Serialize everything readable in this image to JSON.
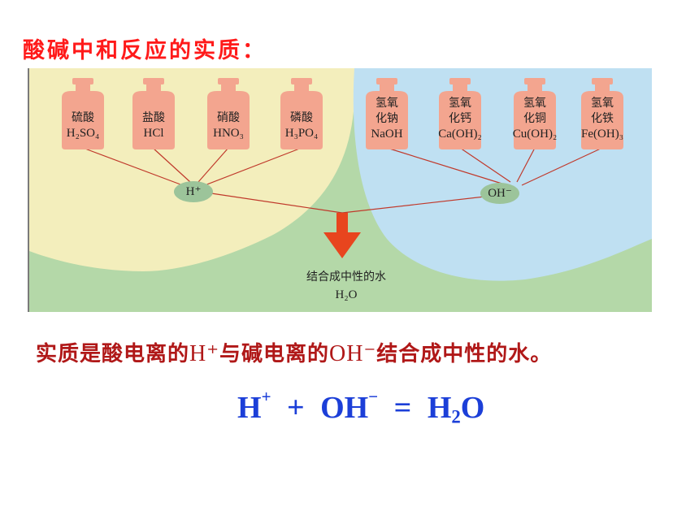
{
  "title": "酸碱中和反应的实质：",
  "diagram": {
    "acids": [
      {
        "name": "硫酸",
        "formula": "H₂SO₄"
      },
      {
        "name": "盐酸",
        "formula": "HCl"
      },
      {
        "name": "硝酸",
        "formula": "HNO₃"
      },
      {
        "name": "磷酸",
        "formula": "H₃PO₄"
      }
    ],
    "bases": [
      {
        "name": "氢氧",
        "name2": "化钠",
        "formula": "NaOH"
      },
      {
        "name": "氢氧",
        "name2": "化钙",
        "formula": "Ca(OH)₂"
      },
      {
        "name": "氢氧",
        "name2": "化铜",
        "formula": "Cu(OH)₂"
      },
      {
        "name": "氢氧",
        "name2": "化铁",
        "formula": "Fe(OH)₃"
      }
    ],
    "h_ion": "H⁺",
    "oh_ion": "OH⁻",
    "result_text": "结合成中性的水",
    "result_formula": "H₂O",
    "colors": {
      "acid_bg": "#f3eebc",
      "base_bg": "#bfe0f2",
      "overlap_bg": "#b4d8a8",
      "bottle": "#f3a58f",
      "ion": "#9cc49a",
      "arrow": "#e8451e",
      "line": "#c0392b"
    }
  },
  "essence": {
    "p1": "实质是酸电离的",
    "h": "H⁺",
    "p2": "与碱电离的",
    "oh": "OH⁻",
    "p3": "结合成中性的水。"
  },
  "equation": {
    "h": "H",
    "h_charge": "+",
    "plus": "+",
    "oh": "OH",
    "oh_charge": "−",
    "eq": "=",
    "h2": "H",
    "two": "2",
    "o": "O"
  }
}
